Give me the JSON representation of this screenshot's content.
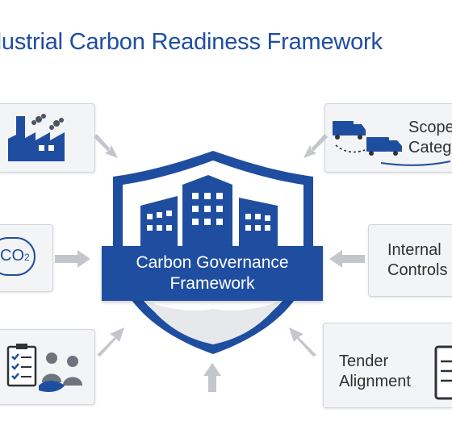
{
  "title": "dustrial Carbon Readiness Framework",
  "center": {
    "line1": "Carbon Governance",
    "line2": "Framework"
  },
  "cards": {
    "scope": {
      "line1": "Scope",
      "line2": "Catego"
    },
    "internal": {
      "line1": "Internal",
      "line2": "Controls"
    },
    "tender": {
      "line1": "Tender",
      "line2": "Alignment"
    },
    "co2": {
      "label": "CO",
      "sub": "2"
    }
  },
  "colors": {
    "brand_blue": "#1f4ea1",
    "card_bg": "#f3f4f6",
    "arrow_gray": "#c3c6cc"
  },
  "icons": {
    "top_left": "factory-icon",
    "top_right": "delivery-trucks-icon",
    "middle_left": "co2-icon",
    "bottom_left": "checklist-team-handshake-icon",
    "bottom_right": "document-checklist-icon",
    "center": "shield-buildings-icon"
  }
}
